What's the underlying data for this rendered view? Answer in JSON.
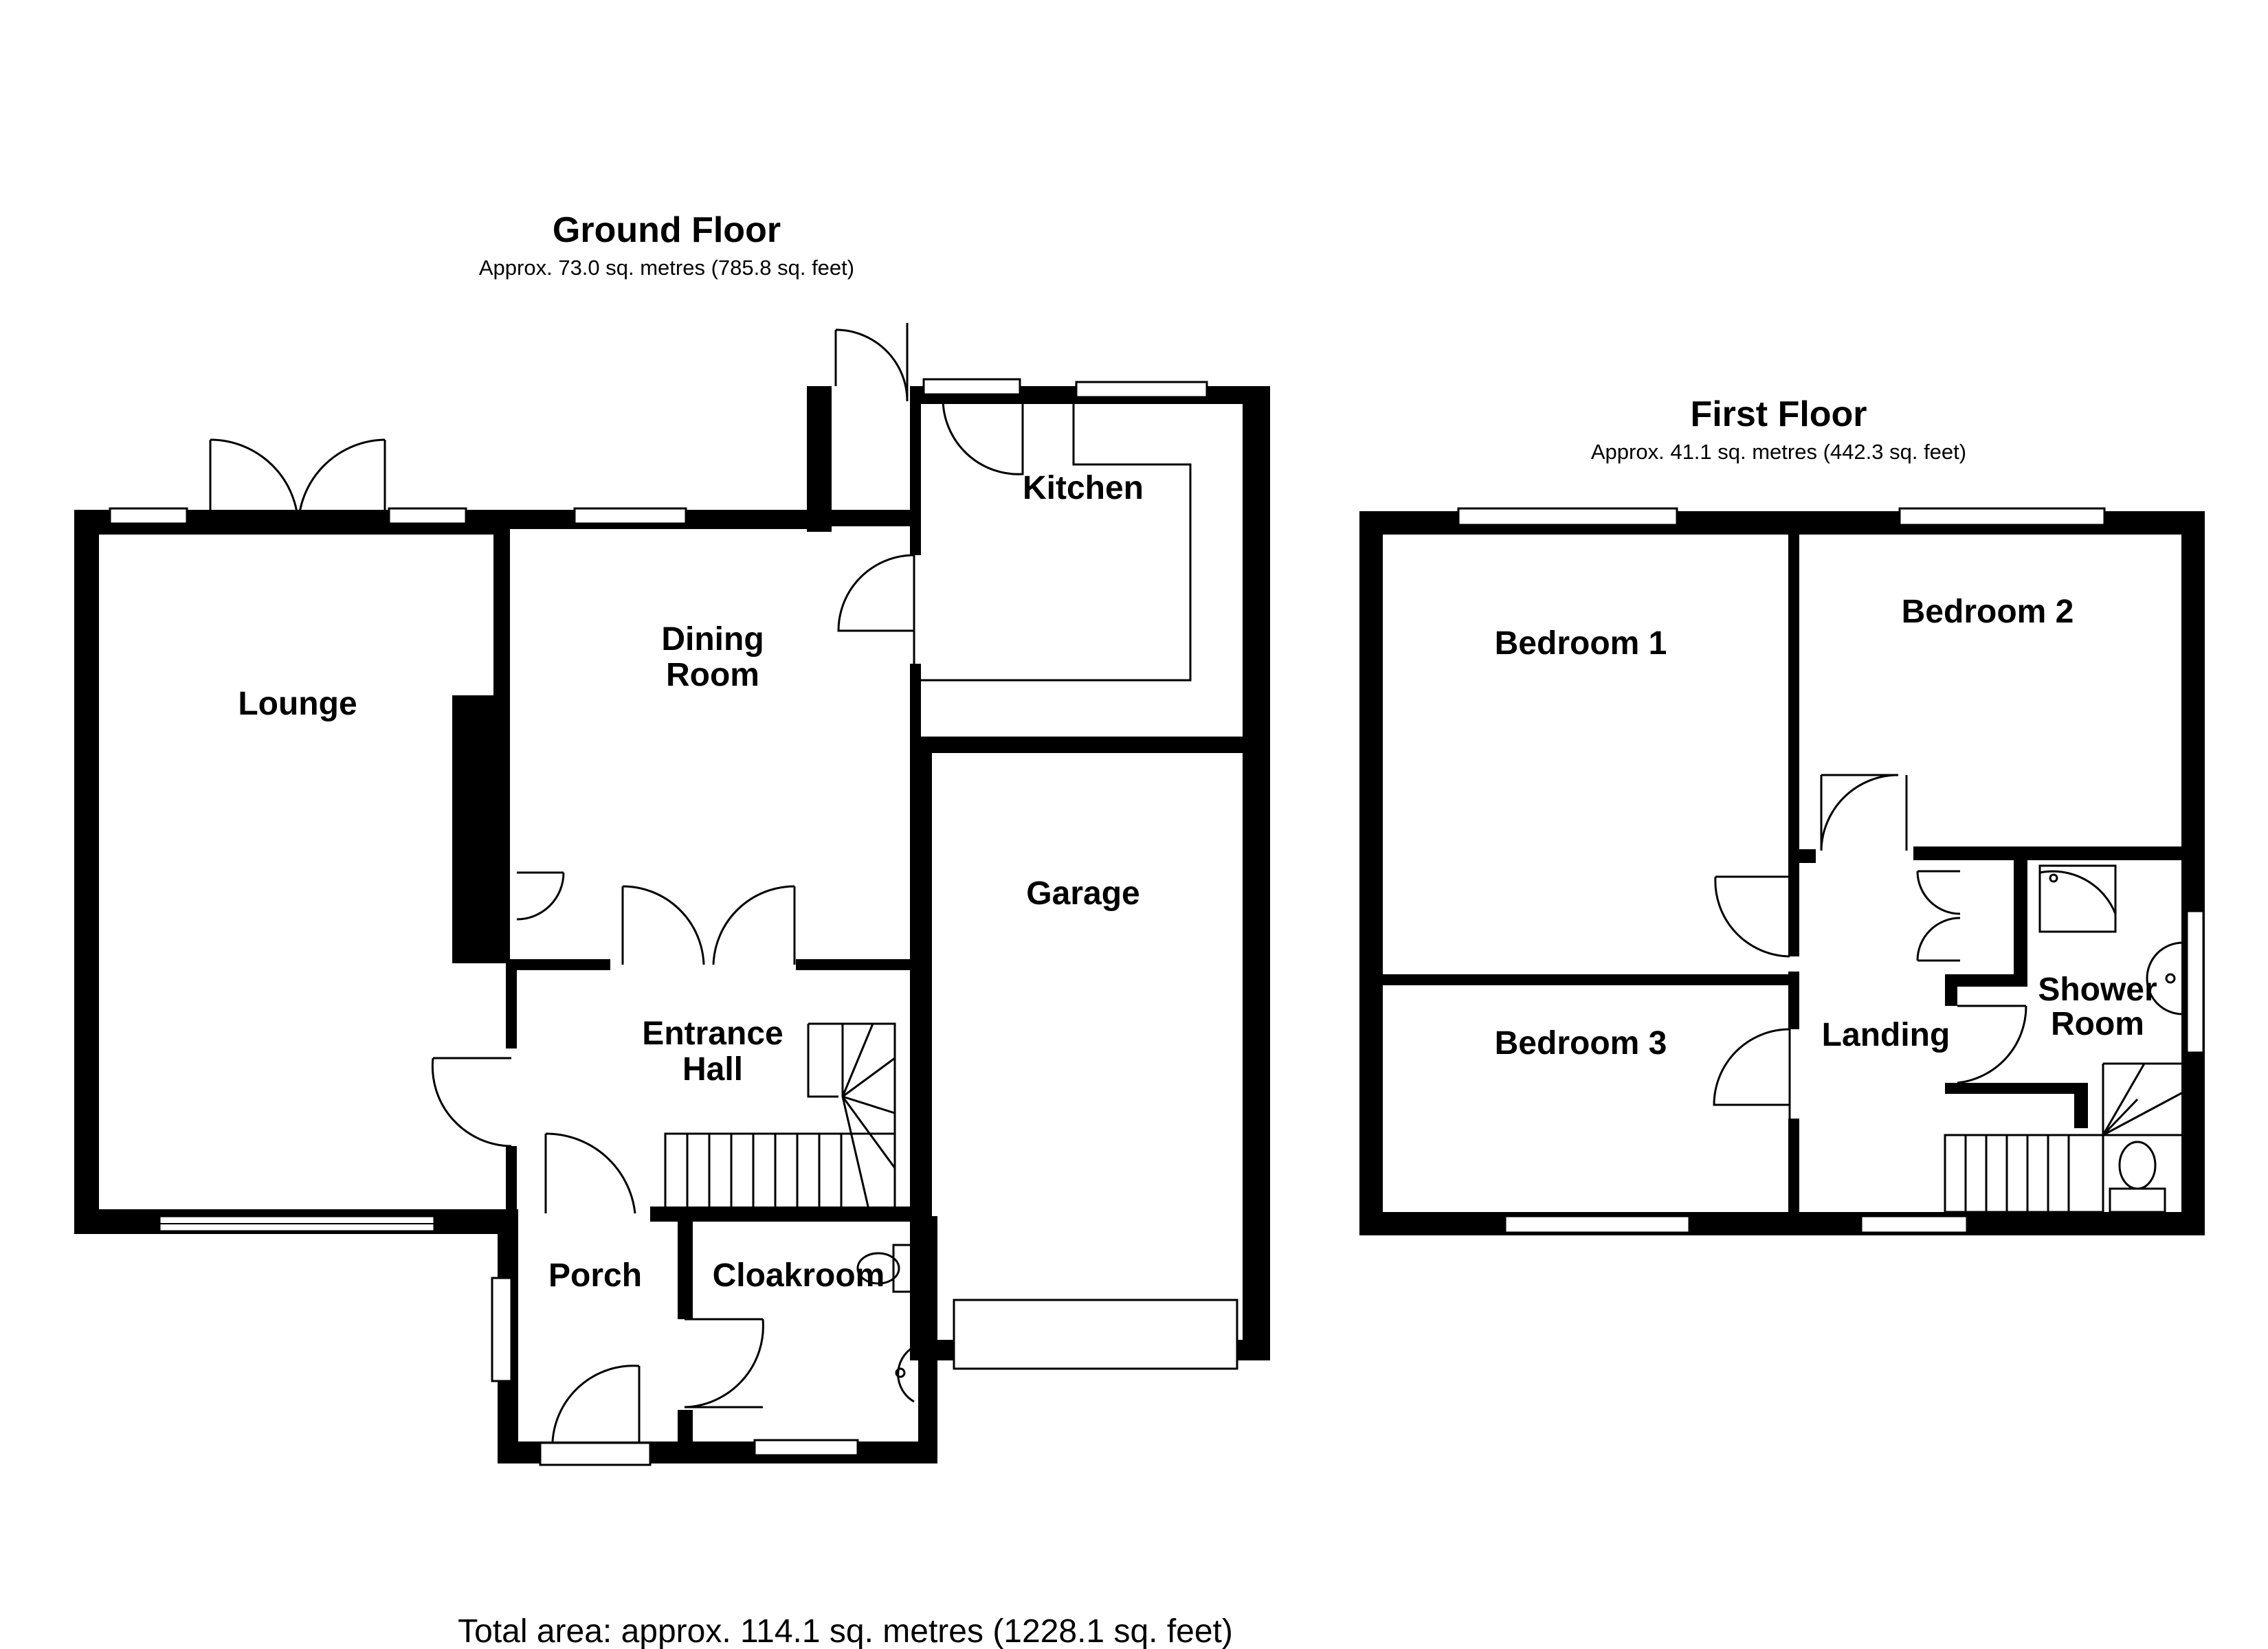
{
  "ground_floor": {
    "title": "Ground Floor",
    "area": "Approx. 73.0 sq. metres (785.8 sq. feet)",
    "rooms": {
      "lounge": "Lounge",
      "dining_line1": "Dining",
      "dining_line2": "Room",
      "kitchen": "Kitchen",
      "garage": "Garage",
      "entrance_line1": "Entrance",
      "entrance_line2": "Hall",
      "porch": "Porch",
      "cloakroom": "Cloakroom"
    }
  },
  "first_floor": {
    "title": "First Floor",
    "area": "Approx. 41.1 sq. metres (442.3 sq. feet)",
    "rooms": {
      "bedroom1": "Bedroom 1",
      "bedroom2": "Bedroom 2",
      "bedroom3": "Bedroom 3",
      "landing": "Landing",
      "shower_line1": "Shower",
      "shower_line2": "Room"
    }
  },
  "total_area": "Total area: approx. 114.1 sq. metres (1228.1 sq. feet)",
  "colors": {
    "wall": "#000000",
    "background": "#ffffff"
  }
}
